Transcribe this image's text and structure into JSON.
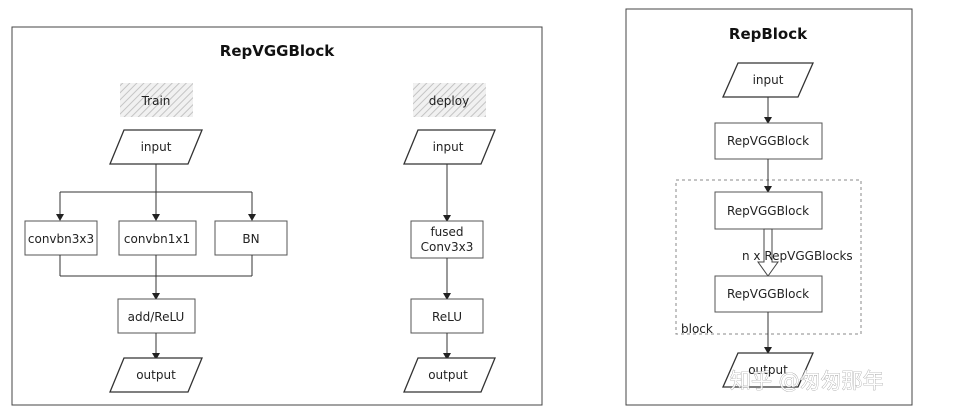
{
  "left_panel": {
    "title": "RepVGGBlock",
    "train": {
      "tag": "Train",
      "input": "input",
      "branches": [
        "convbn3x3",
        "convbn1x1",
        "BN"
      ],
      "merge": "add/ReLU",
      "output": "output"
    },
    "deploy": {
      "tag": "deploy",
      "input": "input",
      "fused_line1": "fused",
      "fused_line2": "Conv3x3",
      "relu": "ReLU",
      "output": "output"
    }
  },
  "right_panel": {
    "title": "RepBlock",
    "input": "input",
    "first_block": "RepVGGBlock",
    "repeated_block_a": "RepVGGBlock",
    "repeat_label": "n x RepVGGBlocks",
    "repeated_block_b": "RepVGGBlock",
    "group_label": "block",
    "output": "output"
  },
  "watermark": "知乎 @匆匆那年"
}
